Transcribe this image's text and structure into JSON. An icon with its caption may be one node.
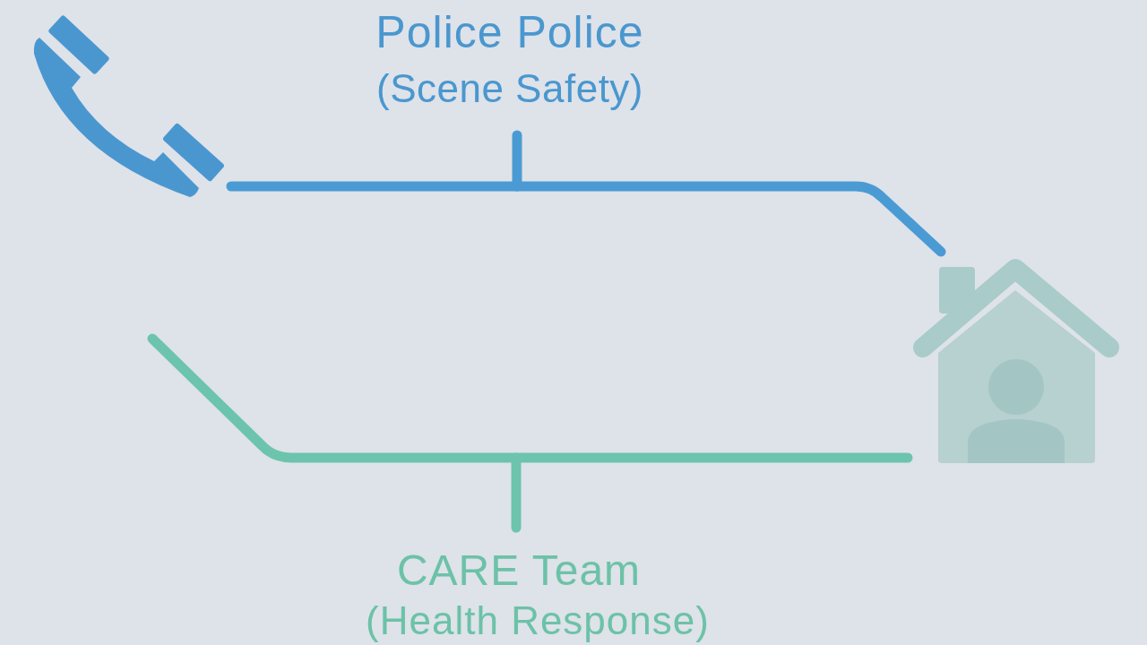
{
  "diagram": {
    "nodes": [
      {
        "text": [],
        "shape": "picture"
      },
      {
        "text": [
          "Police Police",
          "(Scene Safety)"
        ]
      },
      {
        "text": [],
        "shape": "picture"
      },
      {
        "text": [
          "CARE Team",
          "(Health Response)"
        ]
      }
    ],
    "edges": [
      {
        "from": 0,
        "to": 2,
        "arrow": "none",
        "color": "#4a9bd4"
      },
      {
        "from": 1,
        "to": null,
        "arrow": "none",
        "color": "#4a9bd4"
      },
      {
        "from": null,
        "to": 2,
        "arrow": "none",
        "color": "#6cc4ad"
      },
      {
        "from": 3,
        "to": null,
        "arrow": "none",
        "color": "#6cc4ad"
      }
    ]
  }
}
